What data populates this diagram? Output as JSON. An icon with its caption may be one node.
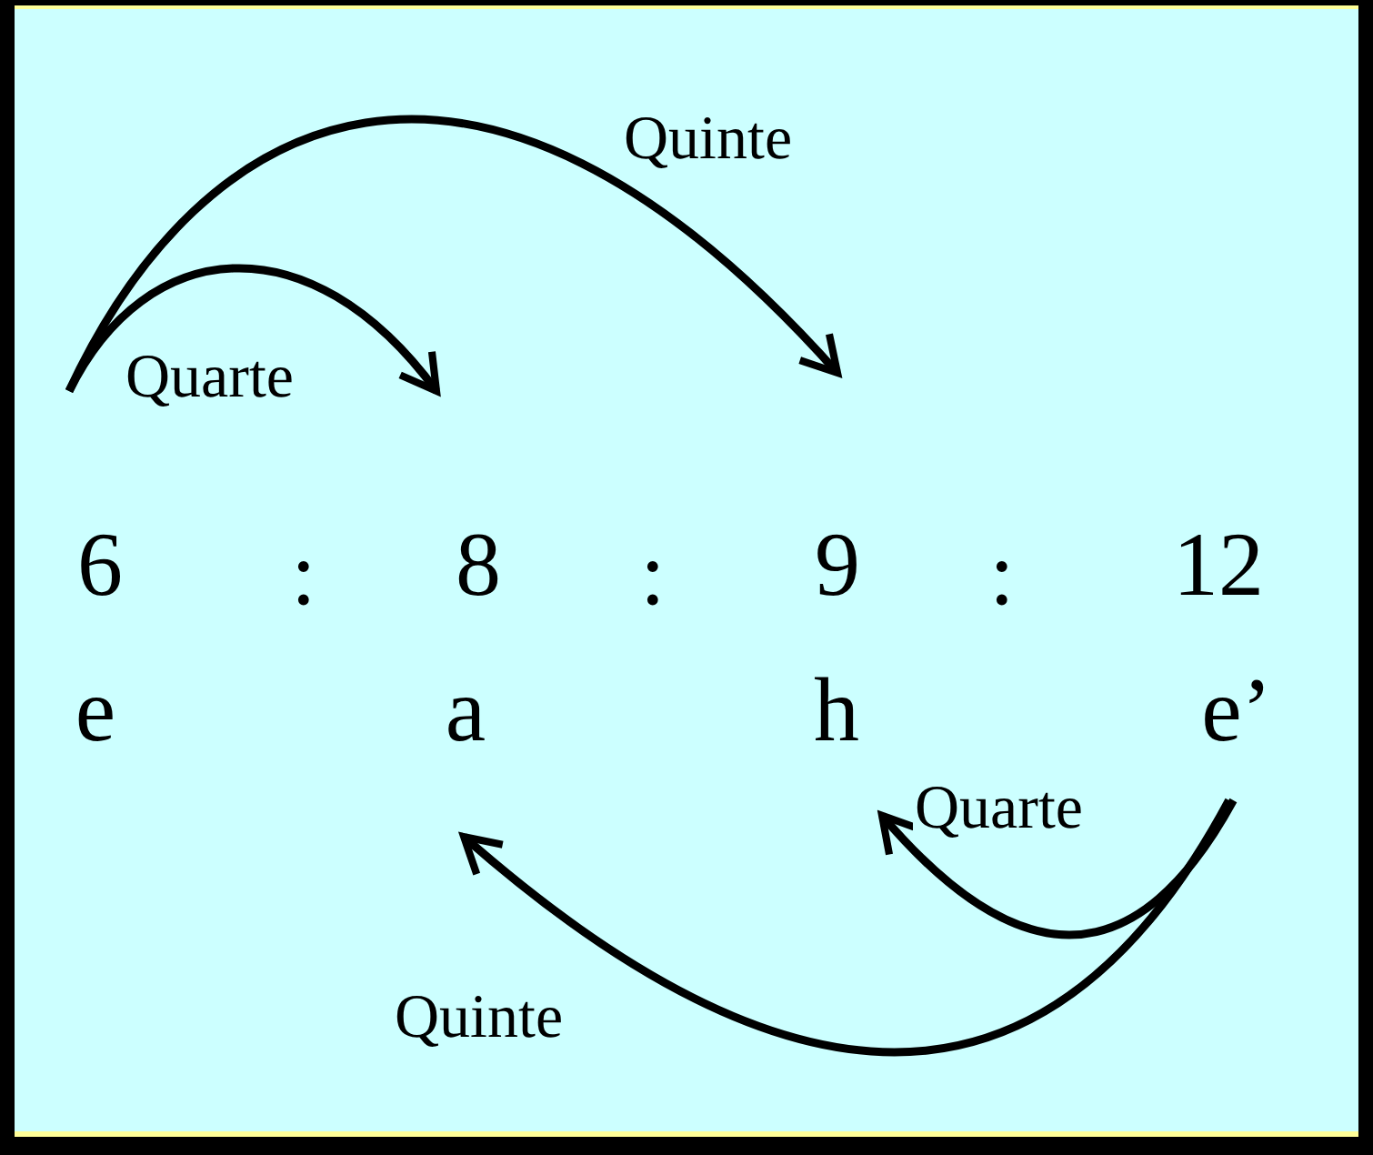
{
  "diagram": {
    "nodes": [
      {
        "text": [
          "6"
        ]
      },
      {
        "text": [
          "8"
        ]
      },
      {
        "text": [
          "9"
        ]
      },
      {
        "text": [
          "12"
        ]
      },
      {
        "text": [
          "e"
        ]
      },
      {
        "text": [
          "a"
        ]
      },
      {
        "text": [
          "h"
        ]
      },
      {
        "text": [
          "e’"
        ]
      }
    ],
    "edges": [
      {
        "from": 0,
        "to": 1,
        "arrow": "to",
        "label": "Quarte"
      },
      {
        "from": 0,
        "to": 2,
        "arrow": "to",
        "label": "Quinte"
      },
      {
        "from": 7,
        "to": 6,
        "arrow": "to",
        "label": "Quarte"
      },
      {
        "from": 7,
        "to": 5,
        "arrow": "to",
        "label": "Quinte"
      }
    ],
    "labels": [
      ":",
      ":",
      ":"
    ]
  }
}
